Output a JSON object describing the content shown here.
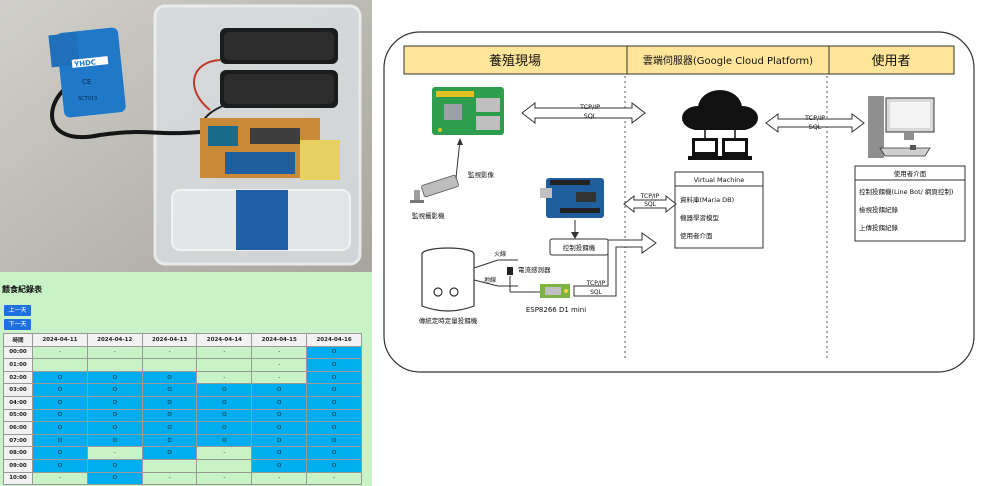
{
  "feed_table": {
    "title": "餵食紀錄表",
    "prev_day": "上一天",
    "next_day": "下一天",
    "header_label": "時間",
    "dates": [
      "2024-04-11",
      "2024-04-12",
      "2024-04-13",
      "2024-04-14",
      "2024-04-15",
      "2024-04-16"
    ],
    "rows": [
      {
        "time": "00:00",
        "cells": [
          "-",
          "-",
          "-",
          "-",
          "-",
          "O"
        ]
      },
      {
        "time": "01:00",
        "cells": [
          "",
          "",
          "",
          "",
          "-",
          "O"
        ]
      },
      {
        "time": "02:00",
        "cells": [
          "O",
          "O",
          "O",
          "-",
          "-",
          "O"
        ]
      },
      {
        "time": "03:00",
        "cells": [
          "O",
          "O",
          "O",
          "O",
          "O",
          "O"
        ]
      },
      {
        "time": "04:00",
        "cells": [
          "O",
          "O",
          "O",
          "O",
          "O",
          "O"
        ]
      },
      {
        "time": "05:00",
        "cells": [
          "O",
          "O",
          "O",
          "O",
          "O",
          "O"
        ]
      },
      {
        "time": "06:00",
        "cells": [
          "O",
          "O",
          "O",
          "O",
          "O",
          "O"
        ]
      },
      {
        "time": "07:00",
        "cells": [
          "O",
          "O",
          "O",
          "O",
          "O",
          "O"
        ]
      },
      {
        "time": "08:00",
        "cells": [
          "O",
          "-",
          "O",
          "-",
          "O",
          "O"
        ]
      },
      {
        "time": "09:00",
        "cells": [
          "O",
          "O",
          "",
          "",
          "O",
          "O"
        ]
      },
      {
        "time": "10:00",
        "cells": [
          "-",
          "O",
          "-",
          "-",
          "-",
          "-"
        ]
      }
    ],
    "colors": {
      "on": "#00aeef",
      "off": "#c7f3c6"
    }
  },
  "photo": {
    "sensor_brand": "YHDC",
    "sensor_model": "SCT013",
    "sensor_mark": "CE"
  },
  "diagram": {
    "columns": [
      "養殖現場",
      "雲端伺服器(Google Cloud Platform)",
      "使用者"
    ],
    "conn1": [
      "TCP/IP",
      "SQL"
    ],
    "conn2": [
      "TCP/IP",
      "SQL"
    ],
    "conn3": [
      "TCP/IP",
      "SQL"
    ],
    "conn4": [
      "TCP/IP",
      "SQL"
    ],
    "camera_link": "監視影像",
    "camera": "監視攝影機",
    "control_box": "控制投餌機",
    "feeder": "傳統定時定量投餌機",
    "fire_wire": "火線",
    "ground_wire": "地線",
    "current_sensor": "電流感測器",
    "esp": "ESP8266 D1 mini",
    "vm_title": "Virtual Machine",
    "vm_items": [
      "資料庫(Maria DB)",
      "機器學習模型",
      "使用者介面"
    ],
    "user_title": "使用者介面",
    "user_items": [
      "控制投餌機(Line Bot/ 網頁控制)",
      "檢視投餌紀錄",
      "上傳投餌紀錄"
    ],
    "colors": {
      "header": "#ffe599",
      "border": "#333333"
    }
  }
}
